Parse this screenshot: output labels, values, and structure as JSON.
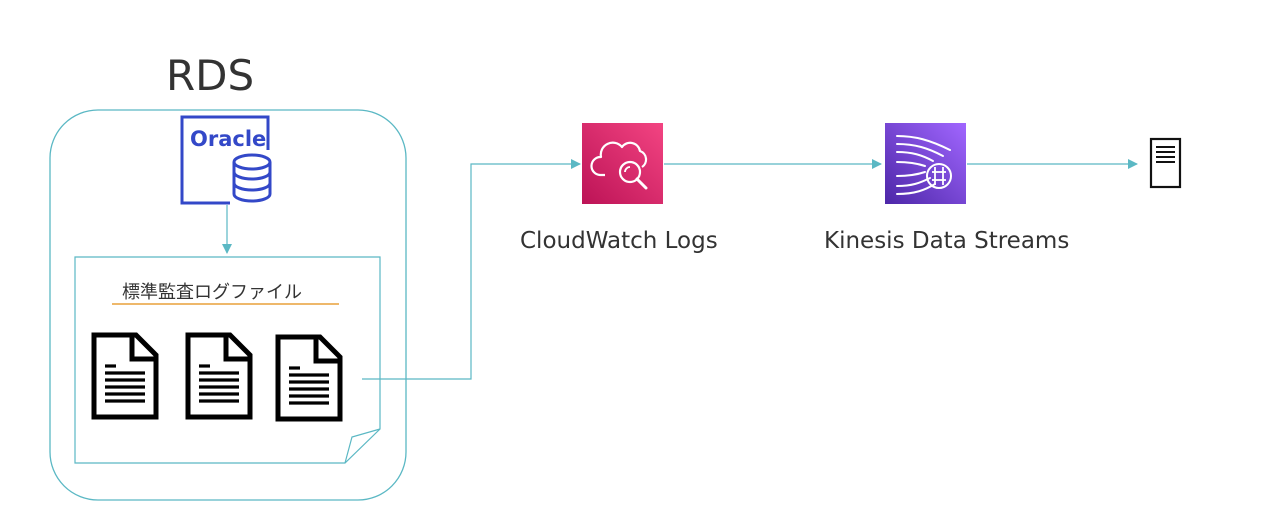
{
  "rds": {
    "title": "RDS",
    "oracle_label": "Oracle"
  },
  "log_group": {
    "title": "標準監査ログファイル"
  },
  "cloudwatch": {
    "label": "CloudWatch Logs"
  },
  "kinesis": {
    "label": "Kinesis Data Streams"
  },
  "colors": {
    "connector": "#5bb8c4",
    "oracle_blue": "#3348c8",
    "cloudwatch_pink": "#e7296e",
    "kinesis_purple": "#7b3fe0",
    "log_underline": "#e8a13a"
  },
  "icons": [
    "oracle-database-icon",
    "document-icon",
    "cloudwatch-logs-icon",
    "kinesis-data-streams-icon",
    "server-icon"
  ]
}
